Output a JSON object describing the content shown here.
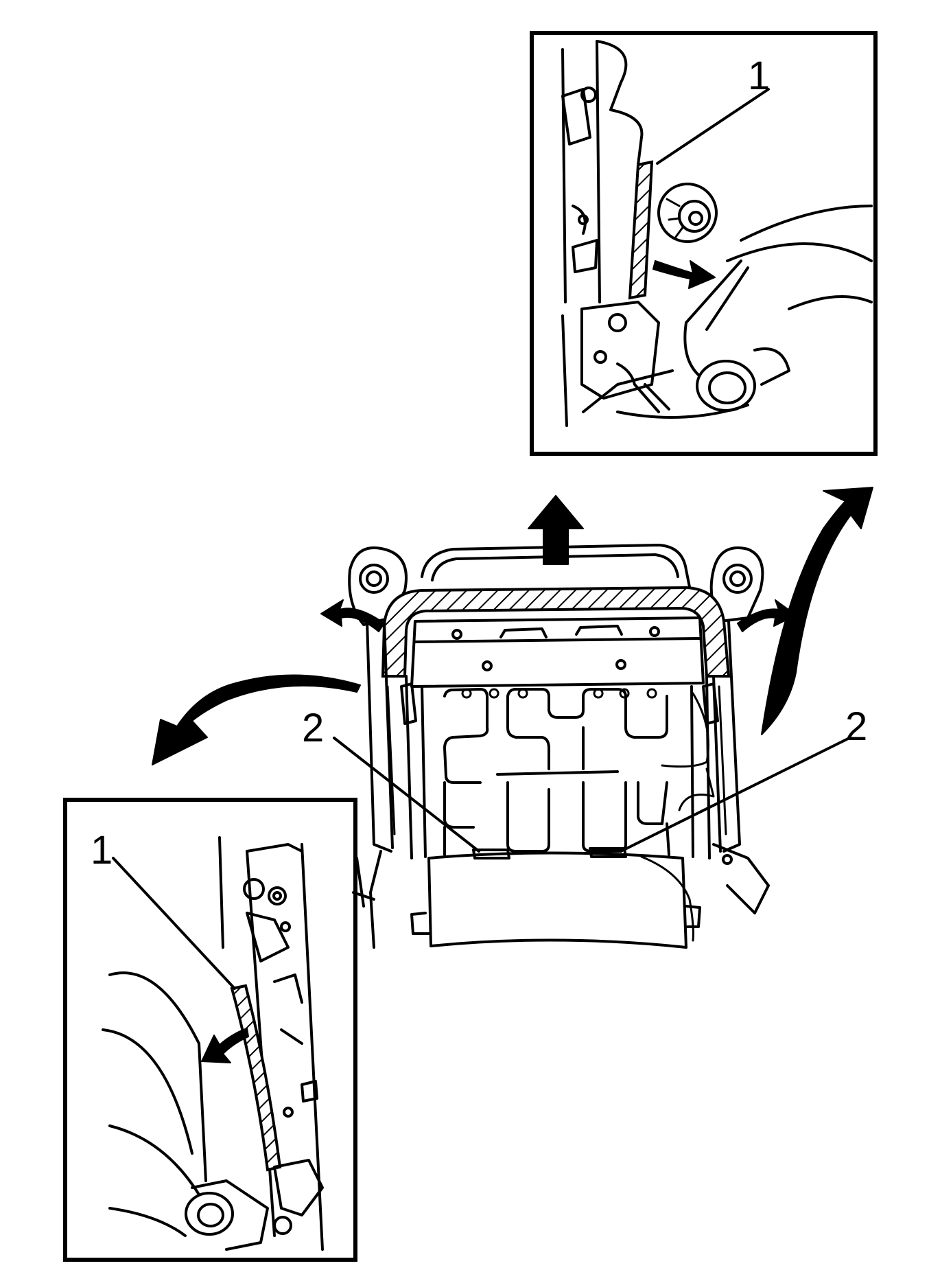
{
  "callouts": {
    "top_inset_label": "1",
    "bottom_inset_label": "1",
    "left_clip_label": "2",
    "right_clip_label": "2"
  },
  "colors": {
    "line": "#000000",
    "background": "#ffffff"
  }
}
